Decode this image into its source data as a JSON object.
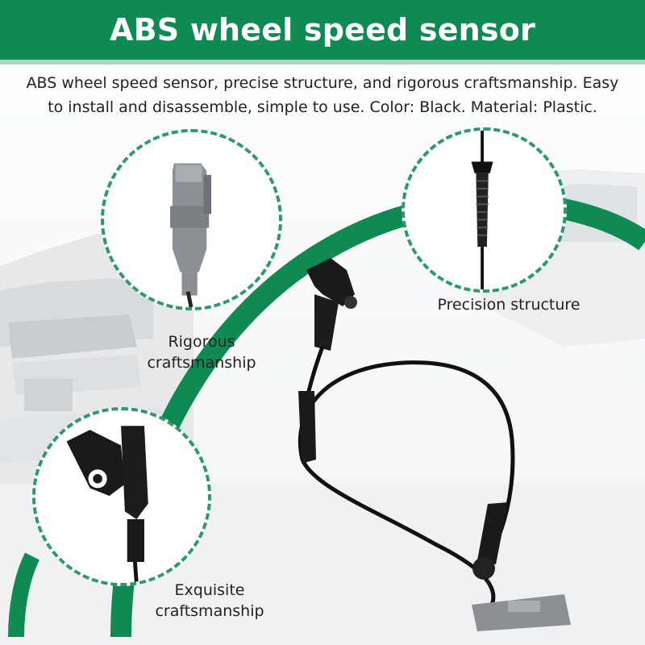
{
  "header": {
    "title": "ABS wheel speed sensor"
  },
  "description": "ABS wheel speed sensor, precise structure, and rigorous craftsmanship. Easy to install and disassemble, simple to use. Color: Black. Material: Plastic.",
  "callouts": [
    {
      "label": "Rigorous craftsmanship",
      "icon": "gray-connector-closeup"
    },
    {
      "label": "Precision structure",
      "icon": "ribbed-cable-sleeve-closeup"
    },
    {
      "label": "Exquisite craftsmanship",
      "icon": "sensor-head-bracket-closeup"
    }
  ],
  "colors": {
    "brand_green": "#0f8a52",
    "dashed_border": "#2a9a66",
    "header_strip": "#a8d8bf"
  }
}
